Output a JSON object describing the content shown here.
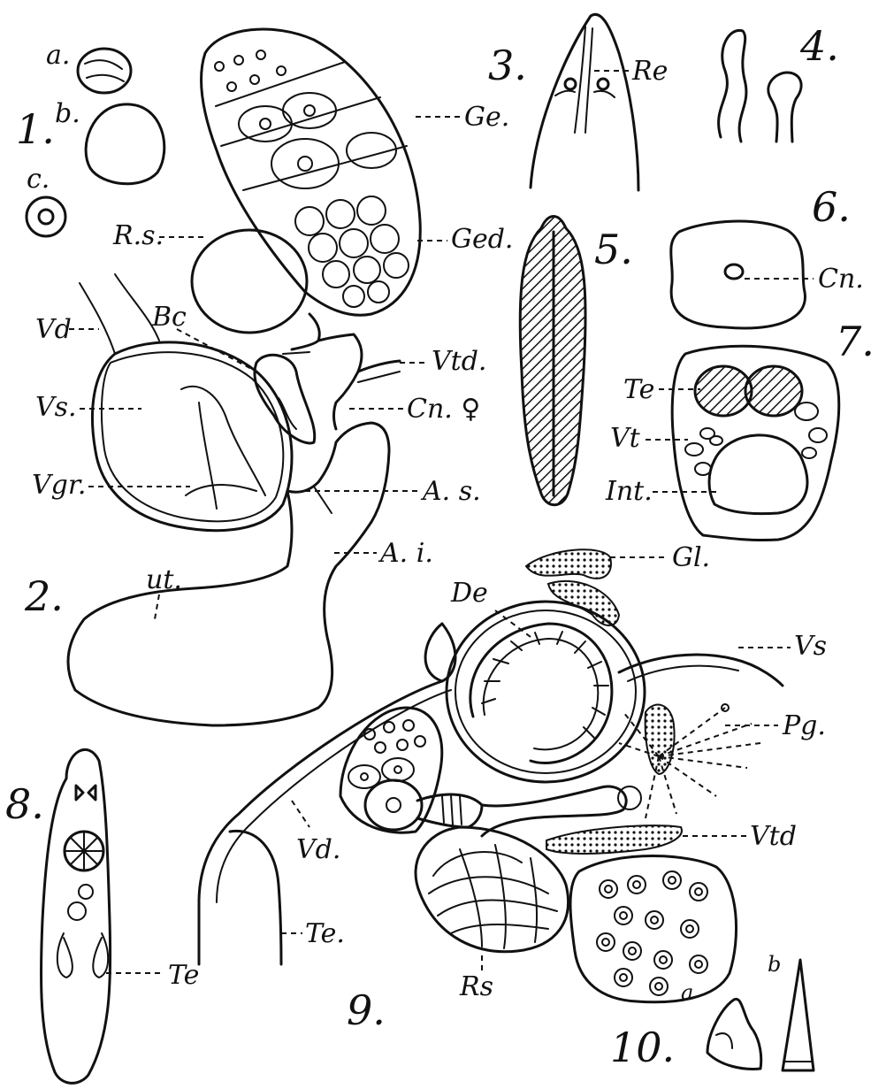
{
  "figure_numbers": {
    "f1": "1.",
    "f2": "2.",
    "f3": "3.",
    "f4": "4.",
    "f5": "5.",
    "f6": "6.",
    "f7": "7.",
    "f8": "8.",
    "f9": "9.",
    "f10": "10."
  },
  "sub_labels": {
    "fig1_a": "a.",
    "fig1_b": "b.",
    "fig1_c": "c.",
    "fig10_a": "a",
    "fig10_b": "b"
  },
  "labels": {
    "Ge": "Ge.",
    "Ged": "Ged.",
    "Rs_fig2": "R.s.",
    "Bc": "Bc",
    "Vd_fig2": "Vd",
    "Vs_fig2": "Vs.",
    "Vgr": "Vgr.",
    "Vtd_fig2": "Vtd.",
    "Cn_fem": "Cn. ♀",
    "As": "A. s.",
    "Ai": "A. i.",
    "ut": "ut.",
    "Re": "Re",
    "Cn_fig6": "Cn.",
    "Te_fig7": "Te",
    "Vt": "Vt",
    "Int": "Int.",
    "Gl": "Gl.",
    "De": "De",
    "Vs_fig9": "Vs",
    "Pg": "Pg.",
    "Vtd_fig9": "Vtd",
    "Vd_fig9": "Vd.",
    "Te_fig9": "Te.",
    "Rs_fig9": "Rs",
    "Te_fig8": "Te"
  }
}
